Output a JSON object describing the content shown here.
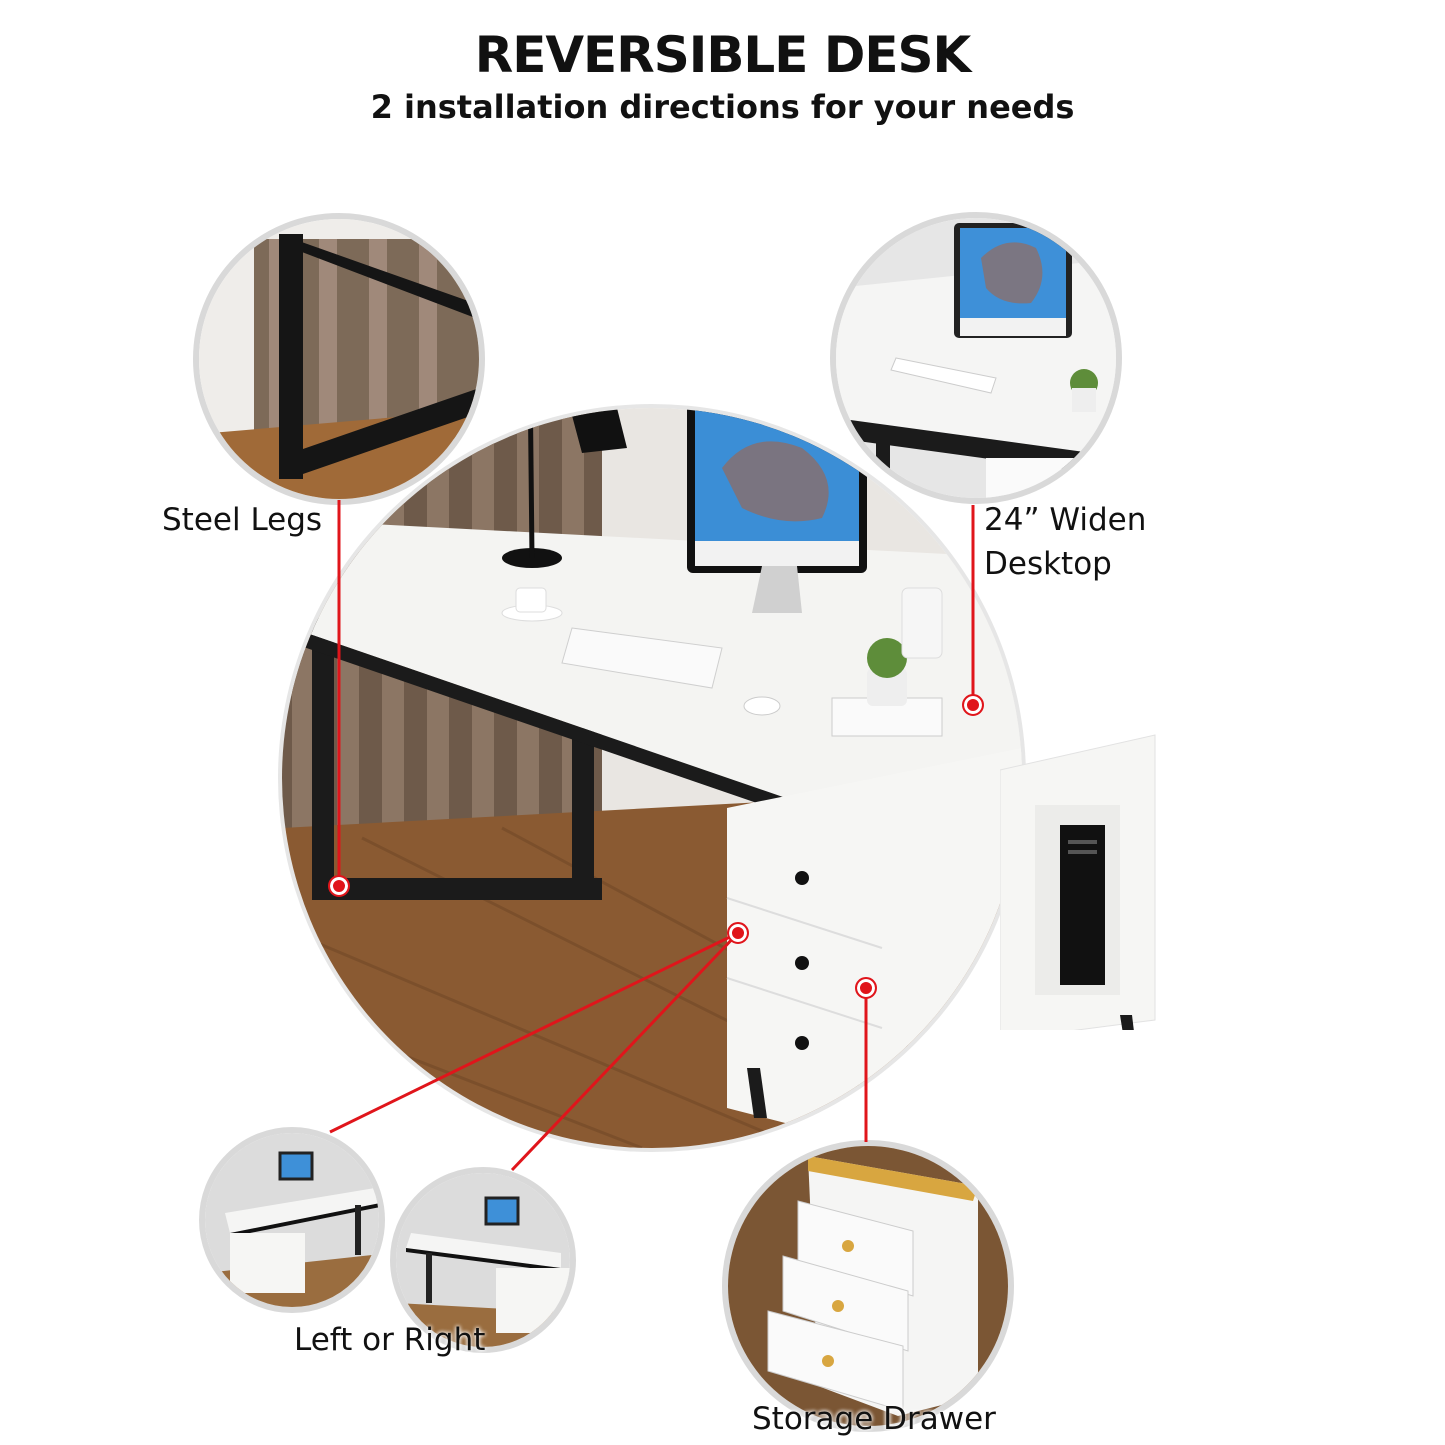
{
  "header": {
    "title": "REVERSIBLE DESK",
    "subtitle": "2 installation directions for your needs"
  },
  "callouts": [
    {
      "id": "steel-legs",
      "label": "Steel Legs"
    },
    {
      "id": "widen-desktop",
      "label_line1": "24” Widen",
      "label_line2": "Desktop"
    },
    {
      "id": "left-or-right",
      "label": "Left or Right"
    },
    {
      "id": "storage-drawer",
      "label": "Storage Drawer"
    }
  ],
  "colors": {
    "marker": "#e0151b",
    "circle_border": "#d9d9d9",
    "desk_top": "#f4f4f2",
    "frame": "#1b1b1b",
    "floor": "#8a5a32",
    "curtain": "#6e5a4a"
  }
}
